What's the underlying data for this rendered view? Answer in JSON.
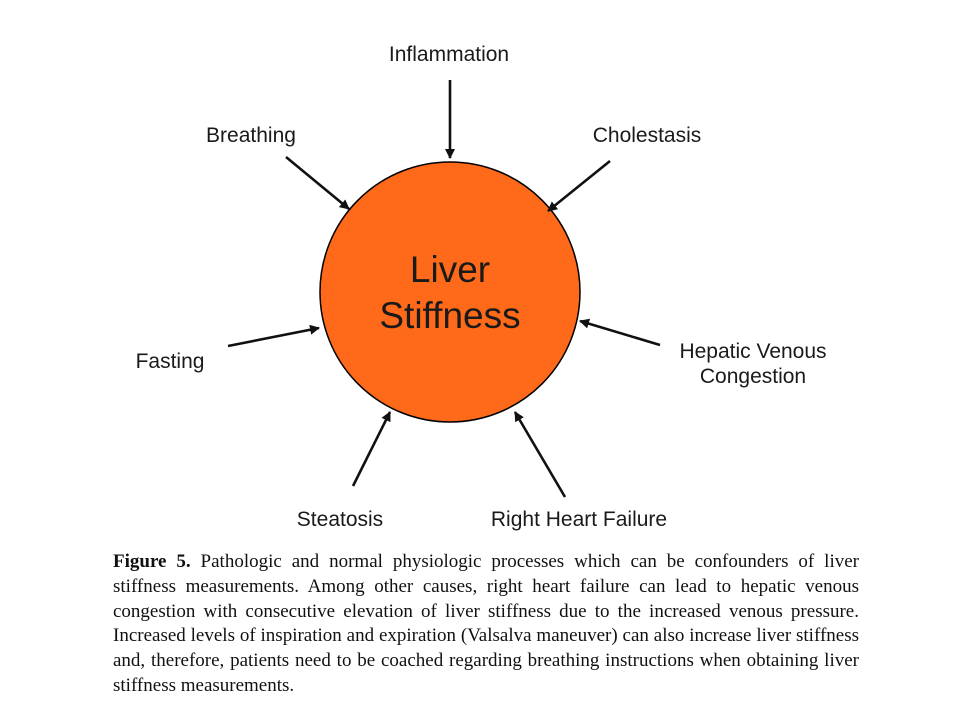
{
  "diagram": {
    "center": {
      "line1": "Liver",
      "line2": "Stiffness",
      "fill_color": "#FF6A1A",
      "stroke_color": "#000000"
    },
    "factors": {
      "inflammation": "Inflammation",
      "breathing": "Breathing",
      "cholestasis": "Cholestasis",
      "fasting": "Fasting",
      "hepatic_line1": "Hepatic Venous",
      "hepatic_line2": "Congestion",
      "steatosis": "Steatosis",
      "right_heart_failure": "Right Heart Failure"
    }
  },
  "caption": {
    "label": "Figure 5.",
    "text": " Pathologic and normal physiologic processes which can be confounders of liver stiffness measurements. Among other causes, right heart failure can lead to hepatic venous congestion with consecutive elevation of liver stiffness due to the increased venous pressure. Increased levels of inspiration and expiration (Valsalva maneuver) can also increase liver stiffness and, therefore, patients need to be coached regarding breathing instructions when obtaining liver stiffness measurements."
  }
}
